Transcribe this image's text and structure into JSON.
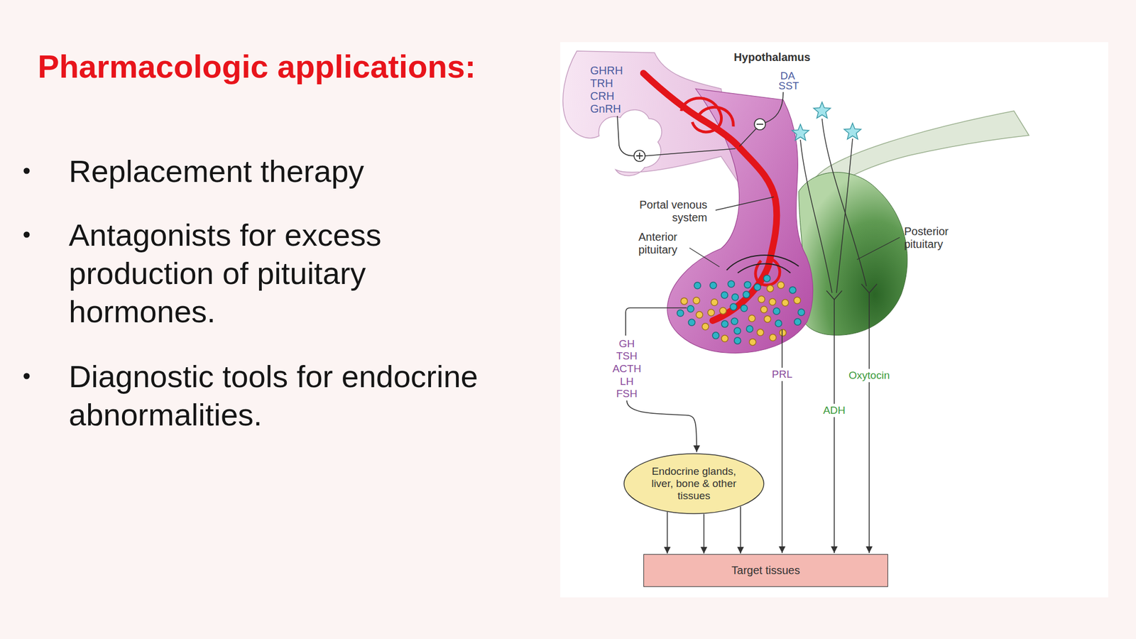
{
  "diagram": {
    "title": "Pharmacologic applications:",
    "nodes": [
      {
        "text": [
          "Endocrine glands, liver, bone & other tissues"
        ]
      },
      {
        "text": [
          "Target tissues"
        ]
      }
    ],
    "edges": [
      {
        "from": 0,
        "to": 1,
        "arrow": "to"
      },
      {
        "from": 0,
        "to": 1,
        "arrow": "to"
      },
      {
        "from": 0,
        "to": 1,
        "arrow": "to"
      }
    ],
    "labels": [
      "Replacement therapy",
      "Antagonists for excess production of pituitary hormones.",
      "Diagnostic tools for endocrine abnormalities.",
      "Hypothalamus",
      "GHRH",
      "TRH",
      "CRH",
      "GnRH",
      "DA",
      "SST",
      "Portal venous system",
      "Anterior pituitary",
      "Posterior pituitary",
      "GH",
      "TSH",
      "ACTH",
      "LH",
      "FSH",
      "PRL",
      "ADH",
      "Oxytocin"
    ]
  }
}
